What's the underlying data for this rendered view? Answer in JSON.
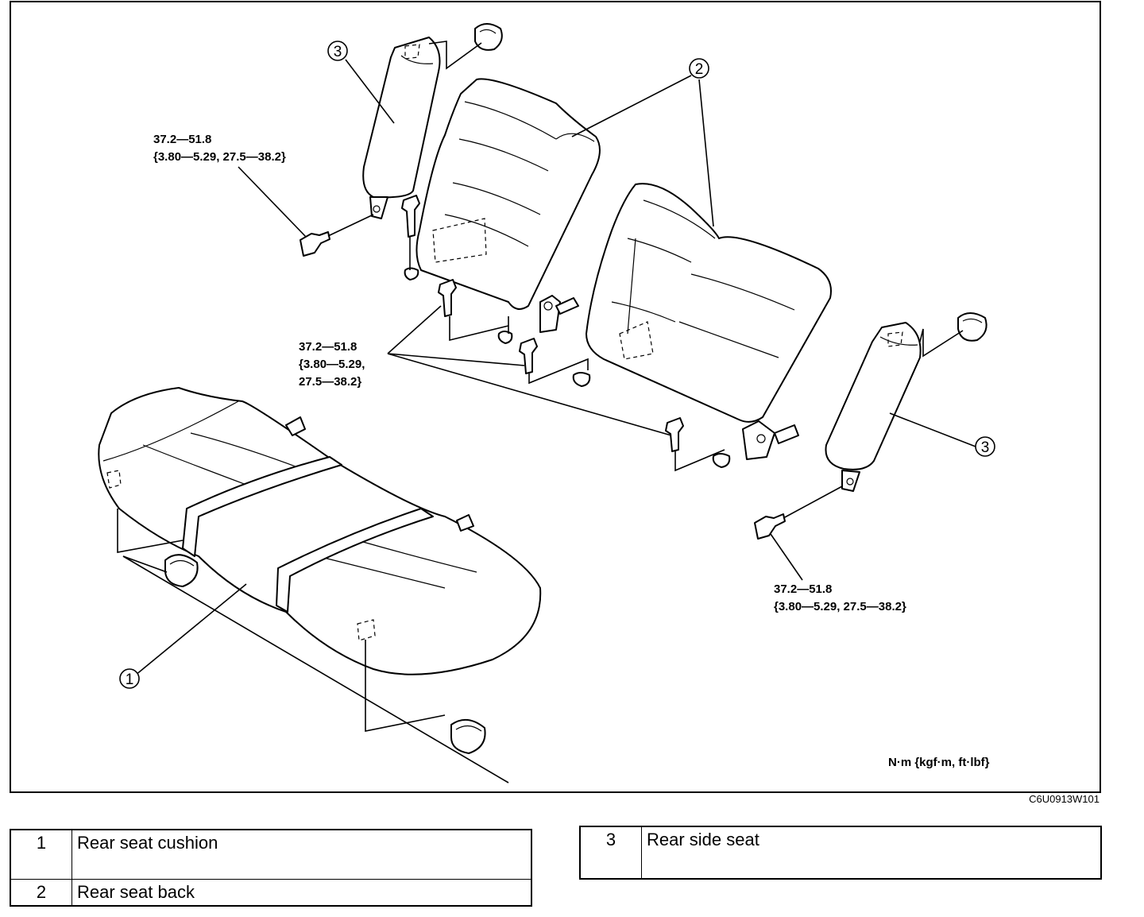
{
  "diagram": {
    "callouts": [
      "1",
      "2",
      "3"
    ],
    "torque_upper_left": {
      "line1": "37.2—51.8",
      "line2": "{3.80—5.29, 27.5—38.2}"
    },
    "torque_center": {
      "line1": "37.2—51.8",
      "line2": "{3.80—5.29,",
      "line3": "27.5—38.2}"
    },
    "torque_lower_right": {
      "line1": "37.2—51.8",
      "line2": "{3.80—5.29, 27.5—38.2}"
    },
    "unit_note": "N·m {kgf·m, ft·lbf}",
    "figure_code": "C6U0913W101"
  },
  "legend_left": [
    {
      "num": "1",
      "label": "Rear seat cushion"
    },
    {
      "num": "2",
      "label": "Rear seat back"
    }
  ],
  "legend_right": [
    {
      "num": "3",
      "label": "Rear side seat"
    }
  ]
}
